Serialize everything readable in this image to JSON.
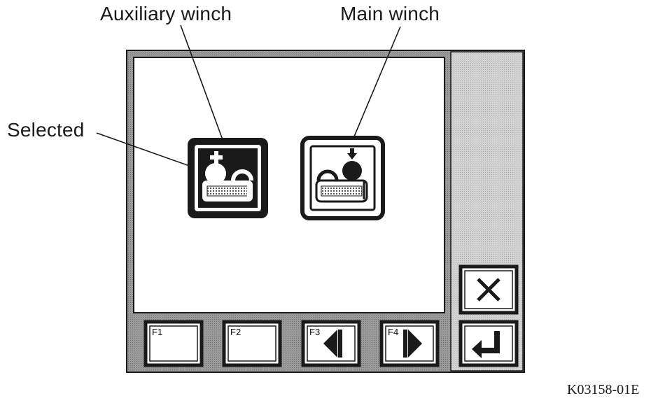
{
  "callouts": {
    "auxiliary_winch": "Auxiliary winch",
    "main_winch": "Main winch",
    "selected": "Selected"
  },
  "function_keys": {
    "f1": "F1",
    "f2": "F2",
    "f3": "F3",
    "f4": "F4"
  },
  "icons": {
    "winch_aux": "auxiliary-winch-icon",
    "winch_main": "main-winch-icon",
    "f3": "arrow-left-icon",
    "f4": "arrow-right-icon",
    "close": "close-icon",
    "enter": "enter-icon"
  },
  "figure_code": "K03158-01E",
  "colors": {
    "frame": "#8c8c8c",
    "side_strip": "#cfcfcf",
    "ink": "#1a1a1a",
    "screen": "#ffffff"
  }
}
